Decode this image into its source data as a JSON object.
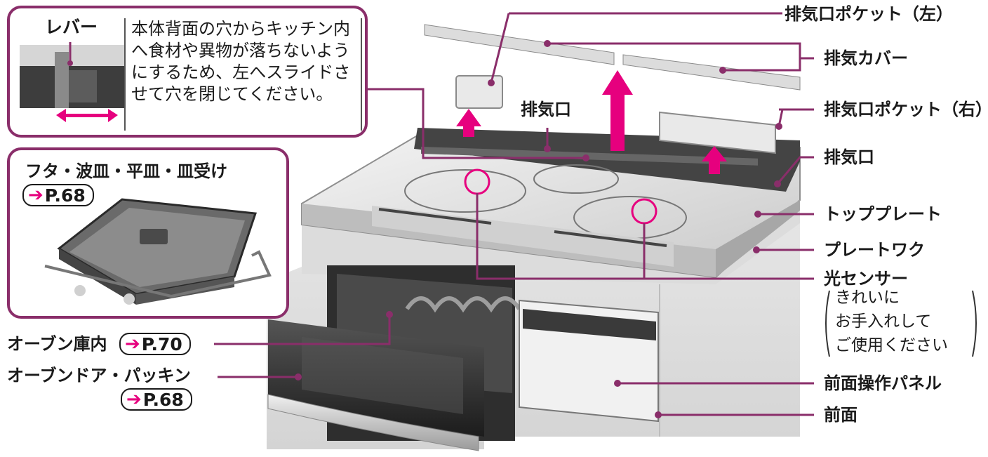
{
  "accent_color": "#e6007e",
  "panel_border_color": "#8a2e6a",
  "labels": {
    "exhaust_pocket_left": "排気口ポケット（左）",
    "exhaust_cover": "排気カバー",
    "exhaust_pocket_right": "排気口ポケット（右）",
    "exhaust_port_right": "排気口",
    "exhaust_port_center": "排気口",
    "top_plate": "トッププレート",
    "plate_work": "プレートワク",
    "light_sensor": "光センサー",
    "light_sensor_note": [
      "きれいに",
      "お手入れして",
      "ご使用ください"
    ],
    "front_panel": "前面操作パネル",
    "front": "前面",
    "oven_interior": "オーブン庫内",
    "oven_door": "オーブンドア・パッキン"
  },
  "lever_panel": {
    "title": "レバー",
    "note": "本体背面の穴からキッチン内へ食材や異物が落ちないようにするため、左へスライドさせて穴を閉じてください。"
  },
  "accessory_panel": {
    "title": "フタ・波皿・平皿・皿受け",
    "ref": "P.68"
  },
  "refs": {
    "oven_interior": "P.70",
    "oven_door": "P.68"
  },
  "icons": [
    "arrow-right-icon",
    "double-arrow-icon",
    "up-arrow-icon"
  ]
}
